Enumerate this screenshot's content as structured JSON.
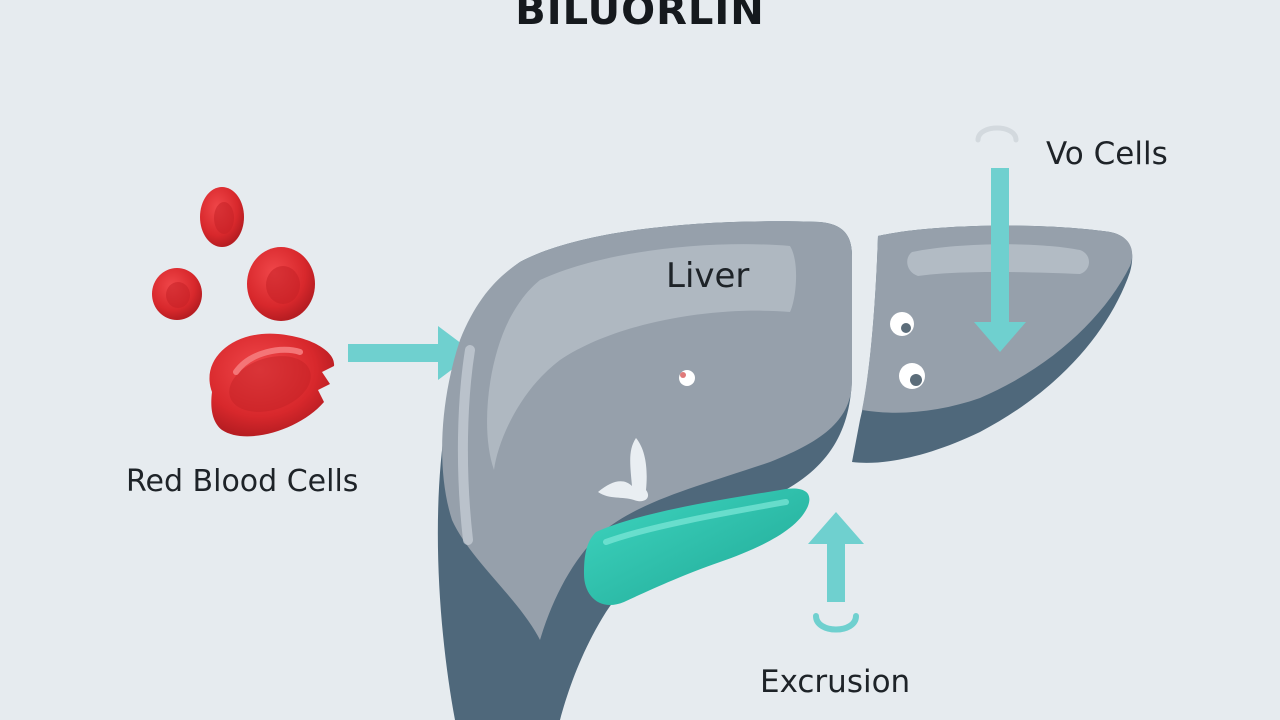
{
  "title": "BILUORLIN",
  "labels": {
    "red_blood_cells": "Red Blood Cells",
    "liver": "Liver",
    "vo_cells": "Vo Cells",
    "excrusion": "Excrusion"
  },
  "colors": {
    "background": "#e6ebef",
    "liver_main": "#96a0ab",
    "liver_shadow": "#4f687b",
    "liver_highlight": "#b9c2cb",
    "blood_cell": "#d8282c",
    "gallbladder": "#2fc3ad",
    "arrow": "#6fd0cf"
  }
}
